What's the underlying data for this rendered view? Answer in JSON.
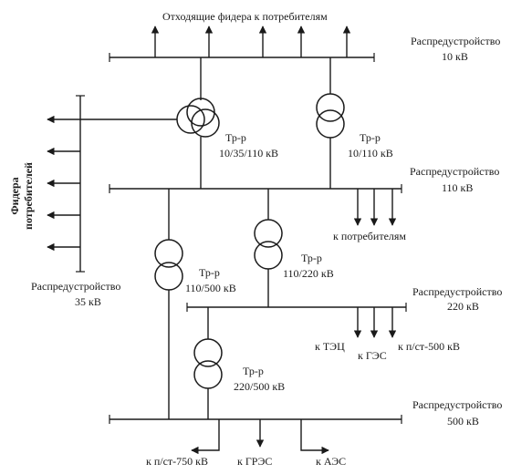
{
  "labels": {
    "top_feeders": "Отходящие фидера к потребителям",
    "feeders_vertical_line1": "Фидера",
    "feeders_vertical_line2": "потребителей",
    "to_consumers": "к потребителям",
    "to_tec": "к ТЭЦ",
    "to_ges": "к ГЭС",
    "to_substation_500": "к п/ст-500 кВ",
    "to_substation_750": "к п/ст-750 кВ",
    "to_gres": "к ГРЭС",
    "to_aes": "к АЭС"
  },
  "buses": {
    "bus_10_line1": "Распредустройство",
    "bus_10_line2": "10 кВ",
    "bus_110_line1": "Распредустройство",
    "bus_110_line2": "110 кВ",
    "bus_220_line1": "Распредустройство",
    "bus_220_line2": "220 кВ",
    "bus_500_line1": "Распредустройство",
    "bus_500_line2": "500 кВ",
    "bus_35_line1": "Распредустройство",
    "bus_35_line2": "35 кВ"
  },
  "transformers": {
    "t1_line1": "Тр-р",
    "t1_line2": "10/35/110 кВ",
    "t2_line1": "Тр-р",
    "t2_line2": "10/110 кВ",
    "t3_line1": "Тр-р",
    "t3_line2": "110/220 кВ",
    "t4_line1": "Тр-р",
    "t4_line2": "110/500 кВ",
    "t5_line1": "Тр-р",
    "t5_line2": "220/500 кВ"
  }
}
